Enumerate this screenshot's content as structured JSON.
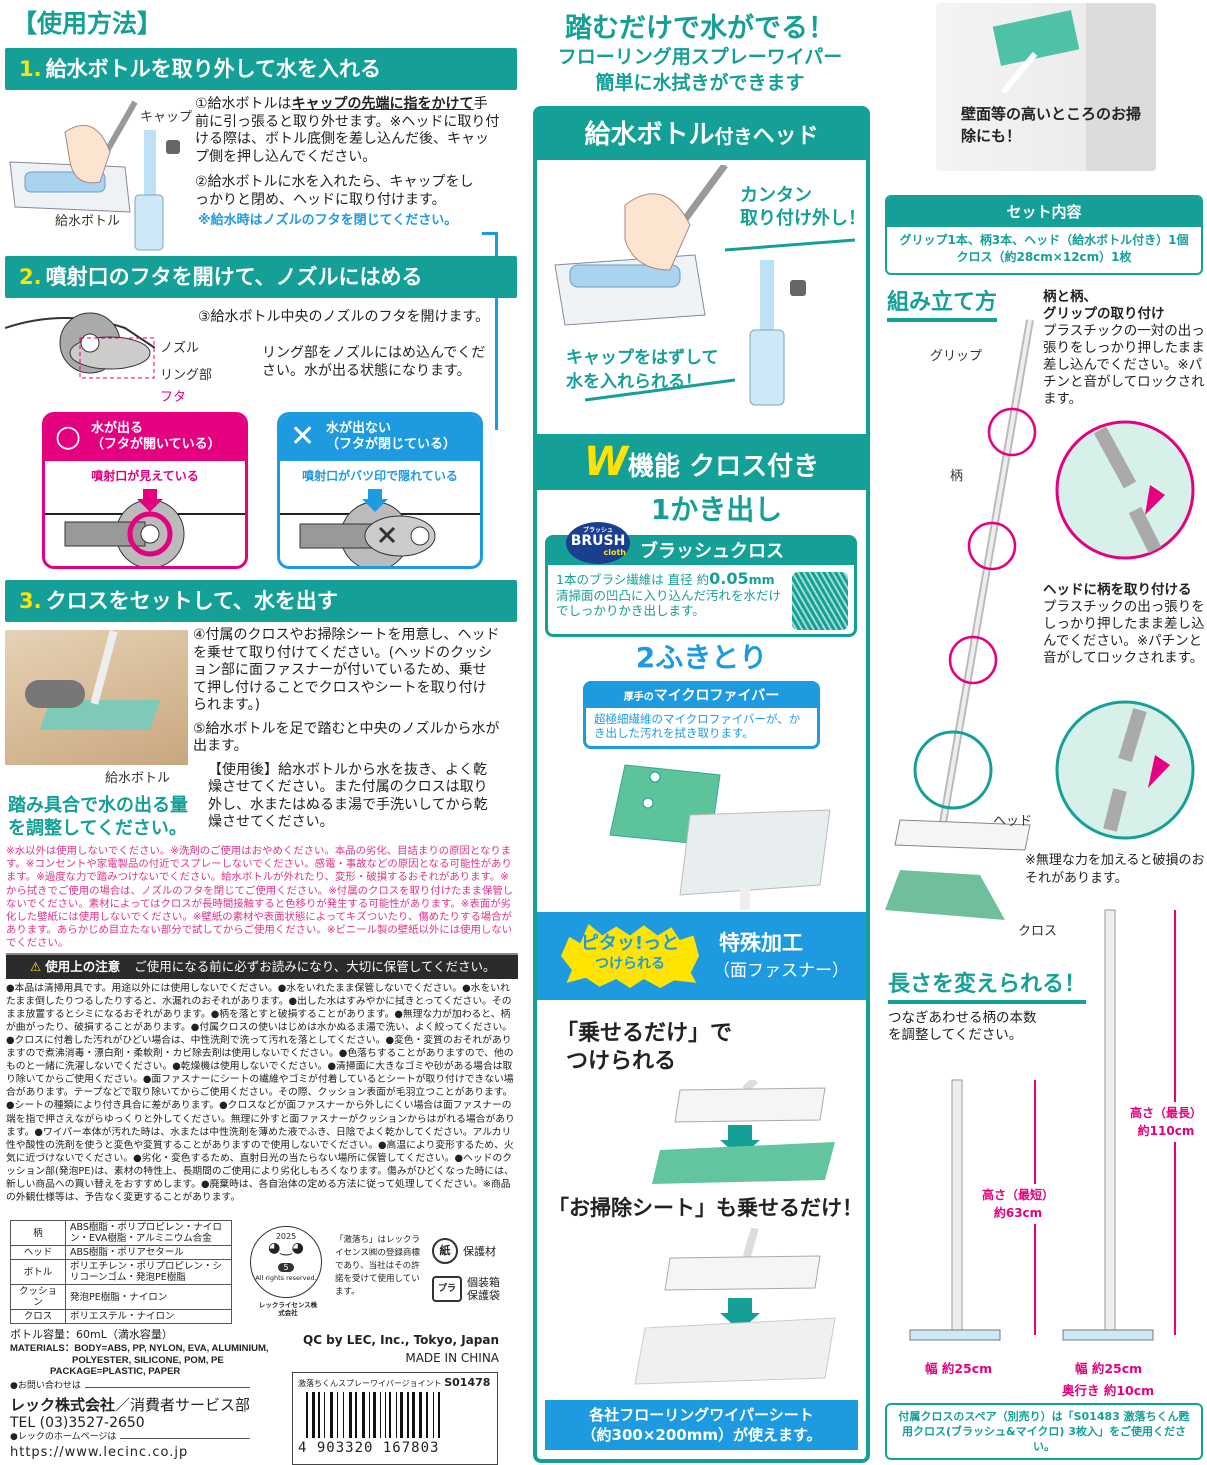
{
  "colors": {
    "teal": "#15a097",
    "pink": "#e4007f",
    "blue": "#1e9be0",
    "yellow": "#ffe400",
    "warning": "#e0338a"
  },
  "usage": {
    "title": "【使用方法】",
    "step1": {
      "num": "1.",
      "title": "給水ボトルを取り外して水を入れる",
      "label_cap": "キャップ",
      "label_bottle": "給水ボトル",
      "text1_a": "①給水ボトルは",
      "text1_em": "キャップの先端に指をかけて",
      "text1_b": "手前に引っ張ると取り外せます。※ヘッドに取り付ける際は、ボトル底側を差し込んだ後、キャップ側を押し込んでください。",
      "text2": "②給水ボトルに水を入れたら、キャップをしっかりと閉め、ヘッドに取り付けます。",
      "note": "※給水時はノズルのフタを閉じてください。"
    },
    "step2": {
      "num": "2.",
      "title": "噴射口のフタを開けて、ノズルにはめる",
      "text3": "③給水ボトル中央のノズルのフタを開けます。",
      "label_nozzle": "ノズル",
      "label_ring": "リング部",
      "label_lid": "フタ",
      "text_ring": "リング部をノズルにはめ込んでください。水が出る状態になります。",
      "ok": {
        "symbol": "○",
        "title": "水が出る",
        "sub": "（フタが開いている）",
        "caption": "噴射口が見えている"
      },
      "ng": {
        "symbol": "✕",
        "title": "水が出ない",
        "sub": "（フタが閉じている）",
        "caption": "噴射口がバツ印で隠れている"
      }
    },
    "step3": {
      "num": "3.",
      "title": "クロスをセットして、水を出す",
      "label_bottle": "給水ボトル",
      "adjust": "踏み具合で水の出る量を調整してください。",
      "text4": "④付属のクロスやお掃除シートを用意し、ヘッドを乗せて取り付けてください。(ヘッドのクッション部に面ファスナーが付いているため、乗せて押し付けることでクロスやシートを取り付けられます。)",
      "text5": "⑤給水ボトルを足で踏むと中央のノズルから水が出ます。",
      "after": "【使用後】給水ボトルから水を抜き、よく乾燥させてください。また付属のクロスは取り外し、水またはぬるま湯で手洗いしてから乾燥させてください。"
    }
  },
  "warnings": "※水以外は使用しないでください。※洗剤のご使用はおやめください。本品の劣化、目詰まりの原因となります。※コンセントや家電製品の付近でスプレーしないでください。感電・事故などの原因となる可能性があります。※過度な力で踏みつけないでください。給水ボトルが外れたり、変形・破損するおそれがあります。※から拭きでご使用の場合は、ノズルのフタを閉じてご使用ください。※付属のクロスを取り付けたまま保管しないでください。素材によってはクロスが長時間接触すると色移りが発生する可能性があります。※表面が劣化した壁紙には使用しないでください。※壁紙の素材や表面状態によってキズついたり、傷めたりする場合があります。あらかじめ目立たない部分で試してからご使用ください。※ビニール製の壁紙以外には使用しないでください。",
  "caution": {
    "title": "使用上の注意",
    "subtitle": "ご使用になる前に必ずお読みになり、大切に保管してください。",
    "text": "●本品は清掃用具です。用途以外には使用しないでください。●水をいれたまま保管しないでください。●水をいれたまま倒したりつるしたりすると、水漏れのおそれがあります。●出した水はすみやかに拭きとってください。そのまま放置するとシミになるおそれがあります。●柄を落とすと破損することがあります。●無理な力が加わると、柄が曲がったり、破損することがあります。●付属クロスの使いはじめは水かぬるま湯で洗い、よく絞ってください。●クロスに付着した汚れがひどい場合は、中性洗剤で洗って汚れを落としてください。●変色・変質のおそれがありますので煮沸消毒・漂白剤・柔軟剤・カビ除去剤は使用しないでください。●色落ちすることがありますので、他のものと一緒に洗濯しないでください。●乾燥機は使用しないでください。●清掃面に大きなゴミや砂がある場合は取り除いてからご使用ください。●面ファスナーにシートの繊維やゴミが付着しているとシートが取り付けできない場合があります。テープなどで取り除いてからご使用ください。その際、クッション表面が毛羽立つことがあります。●シートの種類により付き具合に差があります。●クロスなどが面ファスナーから外しにくい場合は面ファスナーの端を指で押さえながらゆっくりと外してください。無理に外すと面ファスナーがクッションからはがれる場合があります。●ワイパー本体が汚れた時は、水または中性洗剤を薄めた液でふき、日陰でよく乾かしてください。アルカリ性や酸性の洗剤を使うと変色や変質することがありますので使用しないでください。●高温により変形するため、火気に近づけないでください。●劣化・変色するため、直射日光の当たらない場所に保管してください。●ヘッドのクッション部(発泡PE)は、素材の特性上、長期間のご使用により劣化しもろくなります。傷みがひどくなった時には、新しい商品への買い替えをおすすめします。●廃棄時は、各自治体の定める方法に従って処理してください。※商品の外観仕様等は、予告なく変更することがあります。"
  },
  "materials_table": [
    {
      "part": "柄",
      "material": "ABS樹脂・ポリプロピレン・ナイロン・EVA樹脂・アルミニウム合金"
    },
    {
      "part": "ヘッド",
      "material": "ABS樹脂・ポリアセタール"
    },
    {
      "part": "ボトル",
      "material": "ポリエチレン・ポリプロピレン・シリコーンゴム・発泡PE樹脂"
    },
    {
      "part": "クッション",
      "material": "発泡PE樹脂・ナイロン"
    },
    {
      "part": "クロス",
      "material": "ポリエステル・ナイロン"
    }
  ],
  "capacity": "ボトル容量：60mL（満水容量）",
  "materials_en": {
    "body": "MATERIALS：BODY=ABS, PP, NYLON, EVA, ALUMINIUM,",
    "body2": "POLYESTER, SILICONE, POM, PE",
    "package": "PACKAGE=PLASTIC, PAPER"
  },
  "license_logo": {
    "year": "2025",
    "number": "5",
    "rights": "All rights reserved.",
    "company": "レックライセンス株式会社"
  },
  "trademark": "「激落ち」はレックライセンス㈱の登録商標であり、当社はその許諾を受けて使用しています。",
  "recycle": {
    "paper_mark": "紙",
    "paper_label": "保護材",
    "plastic_mark": "プラ",
    "plastic_label1": "個装箱",
    "plastic_label2": "保護袋"
  },
  "qc": "QC by LEC, Inc., Tokyo, Japan",
  "made_in": "MADE IN CHINA",
  "barcode": {
    "product": "激落ちくんスプレーワイパージョイント",
    "code": "S01478",
    "number": "4 903320 167803"
  },
  "contact": {
    "inquiry": "●お問い合わせは",
    "company": "レック株式会社",
    "dept": "／消費者サービス部",
    "tel": "TEL (03)3527-2650",
    "hp": "●レックのホームページは",
    "url": "https://www.lecinc.co.jp"
  },
  "middle": {
    "headline": "踏むだけで水がでる！",
    "sub1": "フローリング用スプレーワイパー",
    "sub2": "簡単に水拭きができます",
    "band1_a": "給水ボトル",
    "band1_b": "付き",
    "band1_c": "ヘッド",
    "easy": "カンタン\n取り付け外し！",
    "cap_note": "キャップをはずして\n水を入れられる！",
    "band2_w": "W",
    "band2_a": "機能",
    "band2_b": "クロス付き",
    "f1_num": "1",
    "f1_title": "かき出し",
    "brush_logo": "BRUSH",
    "brush_logo_small": "cloth",
    "brush_logo_kana": "ブラッシュ",
    "brush_title": "ブラッシュクロス",
    "brush_text_a": "1本のブラシ繊維は 直径 約",
    "brush_text_num": "0.05",
    "brush_text_unit": "mm",
    "brush_text_b": "清掃面の凹凸に入り込んだ汚れを水だけでしっかりかき出します。",
    "f2_num": "2",
    "f2_title": "ふきとり",
    "micro_title_a": "厚手の",
    "micro_title_b": "マイクロファイバー",
    "micro_text": "超極細繊維のマイクロファイバーが、かき出した汚れを拭き取ります。",
    "pita1": "ピタッ!っと",
    "pita2": "つけられる",
    "special1": "特殊加工",
    "special2": "（面ファスナー）",
    "noseru1": "「乗せるだけ」で",
    "noseru2": "つけられる",
    "sheet": "「お掃除シート」も乗せるだけ！",
    "compat1": "各社フローリングワイパーシート",
    "compat2": "（約300×200mm）が使えます。"
  },
  "right": {
    "wall": "壁面等の高いところのお掃除にも！",
    "set_title": "セット内容",
    "set_line1": "グリップ1本、柄3本、ヘッド（給水ボトル付き）1個",
    "set_line2": "クロス（約28cm×12cm）1枚",
    "assembly_title": "組み立て方",
    "asm1_title": "柄と柄、\nグリップの取り付け",
    "asm1_text": "プラスチックの一対の出っ張りをしっかり押したまま差し込んでください。※パチンと音がしてロックされます。",
    "asm2_title": "ヘッドに柄を取り付ける",
    "asm2_text": "プラスチックの出っ張りをしっかり押したまま差し込んでください。※パチンと音がしてロックされます。",
    "label_grip": "グリップ",
    "label_handle": "柄",
    "label_head": "ヘッド",
    "label_cloth": "クロス",
    "force": "※無理な力を加えると破損のおそれがあります。",
    "length_title": "長さを変えられる！",
    "length_text": "つなぎあわせる柄の本数を調整してください。",
    "short_label": "高さ（最短）",
    "short_val": "約63cm",
    "long_label": "高さ（最長）",
    "long_val": "約110cm",
    "width1": "幅 約25cm",
    "width2": "幅 約25cm",
    "depth": "奥行き 約10cm",
    "spare": "付属クロスのスペア（別売り）は「S01483 激落ちくん甦用クロス(ブラッシュ&マイクロ) 3枚入」をご使用ください。"
  }
}
